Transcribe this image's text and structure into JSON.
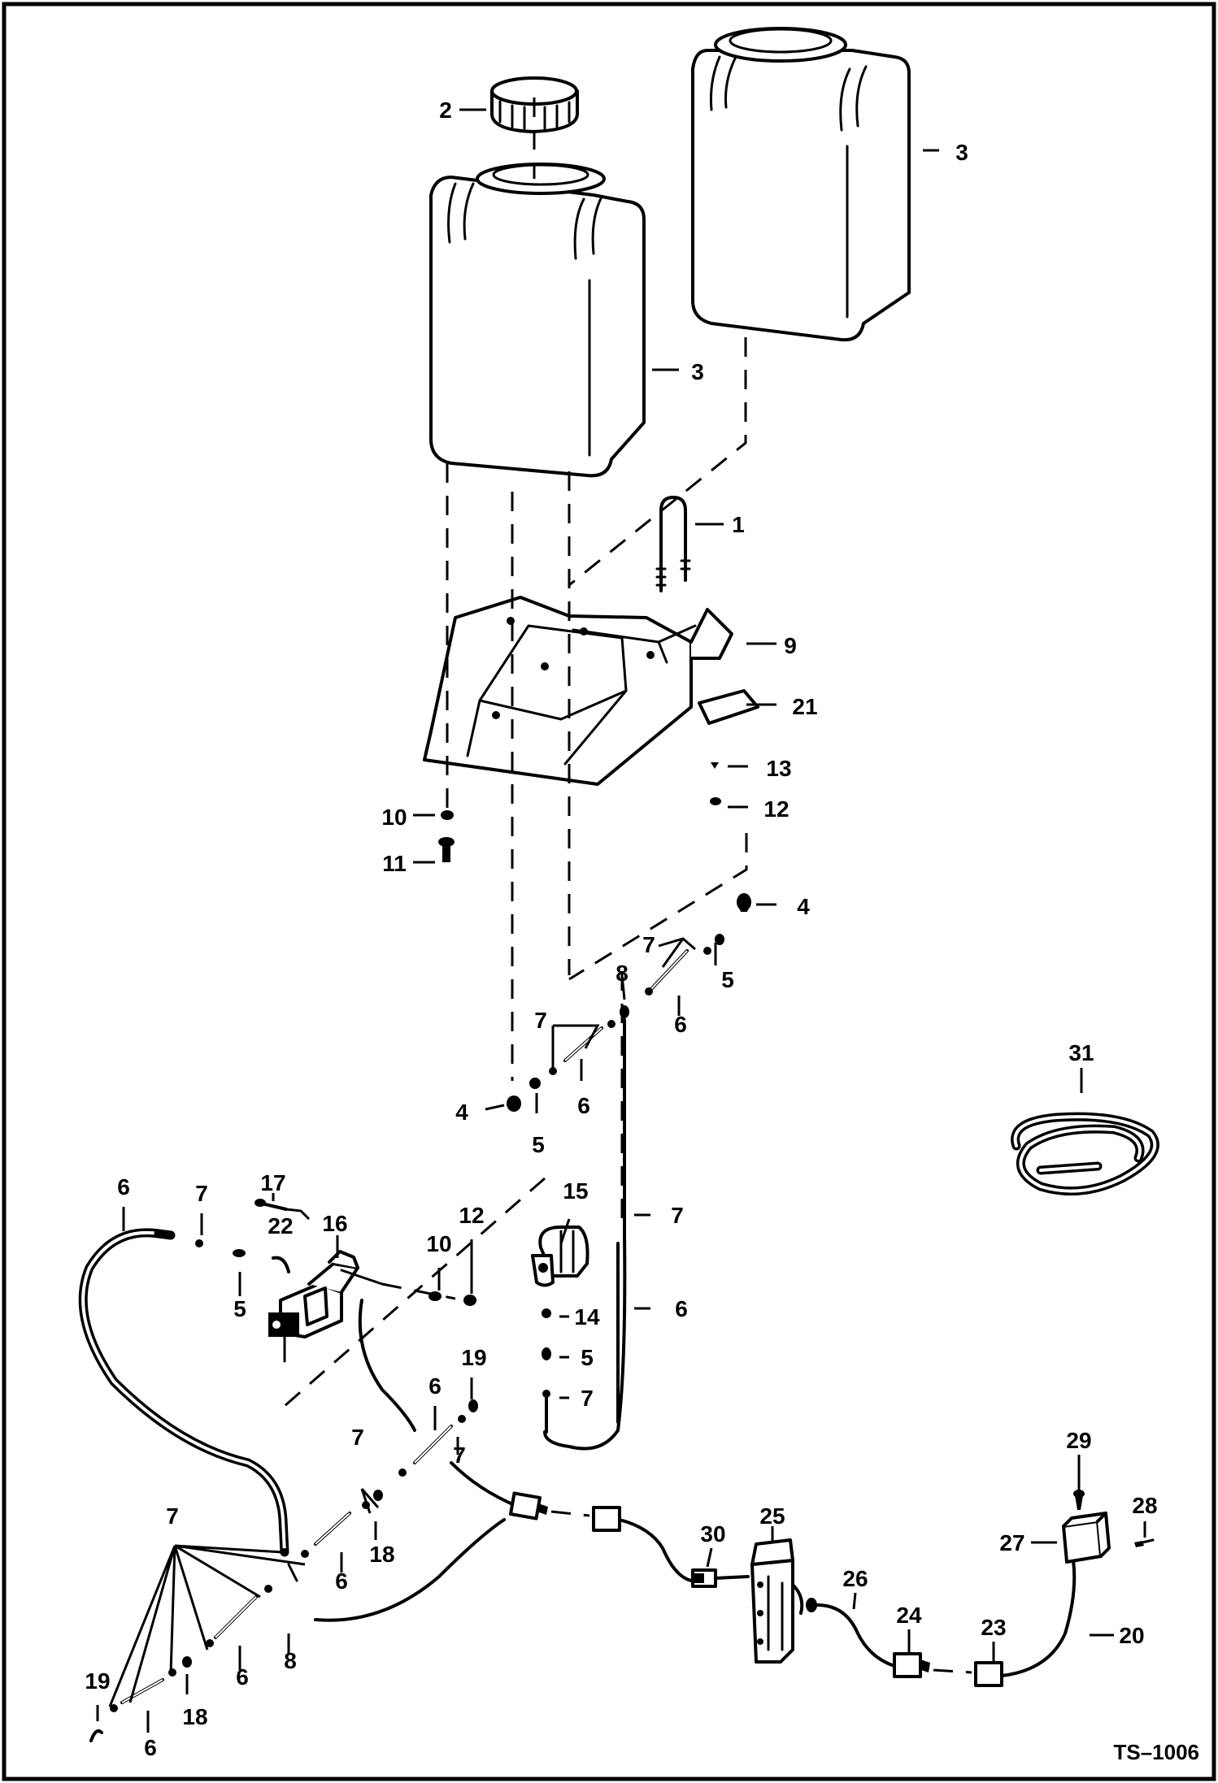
{
  "diagram": {
    "ref": "TS–1006",
    "callouts": [
      {
        "id": "c1",
        "text": "1"
      },
      {
        "id": "c2",
        "text": "2"
      },
      {
        "id": "c3a",
        "text": "3"
      },
      {
        "id": "c3b",
        "text": "3"
      },
      {
        "id": "c9",
        "text": "9"
      },
      {
        "id": "c21",
        "text": "21"
      },
      {
        "id": "c13",
        "text": "13"
      },
      {
        "id": "c12a",
        "text": "12"
      },
      {
        "id": "c10a",
        "text": "10"
      },
      {
        "id": "c11",
        "text": "11"
      },
      {
        "id": "c4a",
        "text": "4"
      },
      {
        "id": "c7a",
        "text": "7"
      },
      {
        "id": "c5a",
        "text": "5"
      },
      {
        "id": "c8a",
        "text": "8"
      },
      {
        "id": "c6a",
        "text": "6"
      },
      {
        "id": "c7b",
        "text": "7"
      },
      {
        "id": "c6b",
        "text": "6"
      },
      {
        "id": "c4b",
        "text": "4"
      },
      {
        "id": "c5b",
        "text": "5"
      },
      {
        "id": "c31",
        "text": "31"
      },
      {
        "id": "c6c",
        "text": "6"
      },
      {
        "id": "c7c",
        "text": "7"
      },
      {
        "id": "c17",
        "text": "17"
      },
      {
        "id": "c22",
        "text": "22"
      },
      {
        "id": "c16",
        "text": "16"
      },
      {
        "id": "c5c",
        "text": "5"
      },
      {
        "id": "c12b",
        "text": "12"
      },
      {
        "id": "c10b",
        "text": "10"
      },
      {
        "id": "c15",
        "text": "15"
      },
      {
        "id": "c7d",
        "text": "7"
      },
      {
        "id": "c14",
        "text": "14"
      },
      {
        "id": "c6d",
        "text": "6"
      },
      {
        "id": "c5d",
        "text": "5"
      },
      {
        "id": "c7e",
        "text": "7"
      },
      {
        "id": "c19a",
        "text": "19"
      },
      {
        "id": "c6e",
        "text": "6"
      },
      {
        "id": "c7f",
        "text": "7"
      },
      {
        "id": "c7g",
        "text": "7"
      },
      {
        "id": "c18a",
        "text": "18"
      },
      {
        "id": "c6f",
        "text": "6"
      },
      {
        "id": "c7h",
        "text": "7"
      },
      {
        "id": "c8b",
        "text": "8"
      },
      {
        "id": "c6g",
        "text": "6"
      },
      {
        "id": "c19b",
        "text": "19"
      },
      {
        "id": "c18b",
        "text": "18"
      },
      {
        "id": "c6h",
        "text": "6"
      },
      {
        "id": "c30",
        "text": "30"
      },
      {
        "id": "c25",
        "text": "25"
      },
      {
        "id": "c26",
        "text": "26"
      },
      {
        "id": "c24",
        "text": "24"
      },
      {
        "id": "c23",
        "text": "23"
      },
      {
        "id": "c20",
        "text": "20"
      },
      {
        "id": "c29",
        "text": "29"
      },
      {
        "id": "c27",
        "text": "27"
      },
      {
        "id": "c28",
        "text": "28"
      }
    ]
  }
}
